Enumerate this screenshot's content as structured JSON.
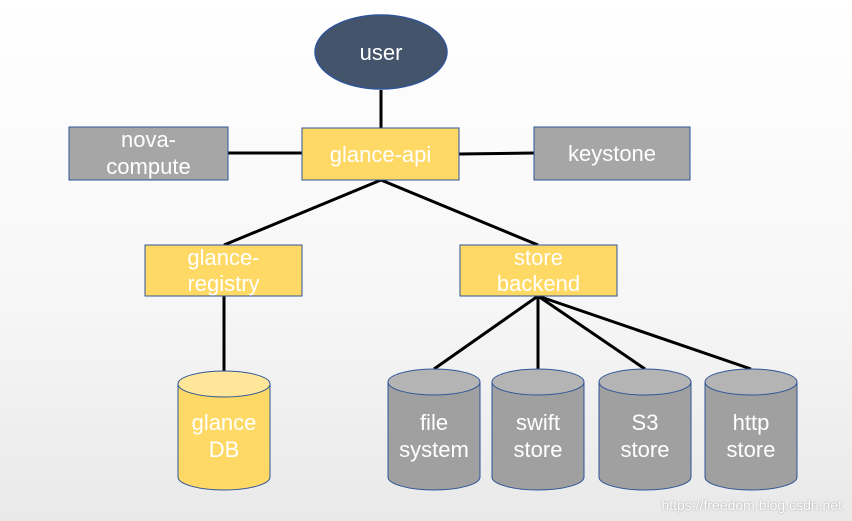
{
  "nodes": {
    "user": "user",
    "glance_api": "glance-api",
    "nova_compute": [
      "nova-",
      "compute"
    ],
    "keystone": "keystone",
    "glance_registry": [
      "glance-",
      "registry"
    ],
    "store_backend": [
      "store",
      "backend"
    ],
    "glance_db": [
      "glance",
      "DB"
    ],
    "file_system": [
      "file",
      "system"
    ],
    "swift_store": [
      "swift",
      "store"
    ],
    "s3_store": [
      "S3",
      "store"
    ],
    "http_store": [
      "http",
      "store"
    ]
  },
  "watermark": "https://freedom.blog.csdn.net",
  "colors": {
    "yellow": "#FFD966",
    "yellow_top": "#FFE699",
    "gray": "#A6A6A6",
    "gray_cyl": "#A0A0A0",
    "gray_top": "#B4B4B4",
    "dark_navy": "#44546A",
    "border_blue": "#2F5597",
    "line": "#000000",
    "text": "#FFFFFF"
  }
}
